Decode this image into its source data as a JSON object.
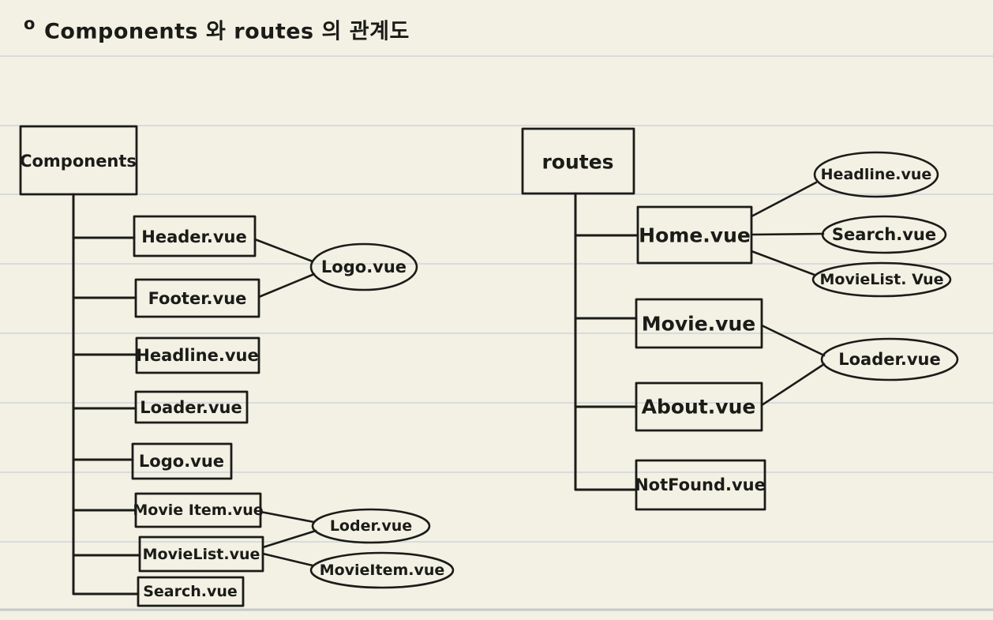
{
  "title": {
    "bullet": "o",
    "text": "Components 와 routes 의 관계도"
  },
  "left_tree": {
    "root": {
      "label": "Components"
    },
    "boxes": [
      {
        "label": "Header.vue"
      },
      {
        "label": "Footer.vue"
      },
      {
        "label": "Headline.vue"
      },
      {
        "label": "Loader.vue"
      },
      {
        "label": "Logo.vue"
      },
      {
        "label": "Movie Item.vue"
      },
      {
        "label": "MovieList.vue"
      },
      {
        "label": "Search.vue"
      }
    ],
    "ellipses": [
      {
        "label": "Logo.vue",
        "used_by": [
          "Header.vue",
          "Footer.vue"
        ]
      },
      {
        "label": "Loder.vue",
        "used_by": [
          "Movie Item.vue",
          "MovieList.vue"
        ]
      },
      {
        "label": "MovieItem.vue",
        "used_by": [
          "MovieList.vue"
        ]
      }
    ]
  },
  "right_tree": {
    "root": {
      "label": "routes"
    },
    "boxes": [
      {
        "label": "Home.vue"
      },
      {
        "label": "Movie.vue"
      },
      {
        "label": "About.vue"
      },
      {
        "label": "NotFound.vue"
      }
    ],
    "ellipses": [
      {
        "label": "Headline.vue",
        "used_by": [
          "Home.vue"
        ]
      },
      {
        "label": "Search.vue",
        "used_by": [
          "Home.vue"
        ]
      },
      {
        "label": "MovieList. Vue",
        "used_by": [
          "Home.vue"
        ]
      },
      {
        "label": "Loader.vue",
        "used_by": [
          "Movie.vue",
          "About.vue"
        ]
      }
    ]
  },
  "colors": {
    "paper": "#f2f1e4",
    "rule_line": "#d9dbdc",
    "rule_line_dark": "#c6c9cc",
    "ink": "#1b1b18"
  }
}
